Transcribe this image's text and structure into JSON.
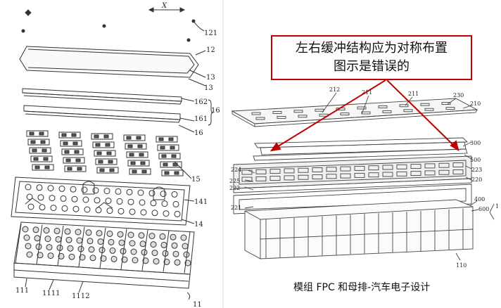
{
  "callout": {
    "line1": "左右缓冲结构应为对称布置",
    "line2": "图示是错误的"
  },
  "caption": "模组 FPC 和母排-汽车电子设计",
  "colors": {
    "accent": "#c00000",
    "ink": "#333333"
  },
  "left_labels": {
    "x": "X",
    "l121": "121",
    "l12": "12",
    "l13a": "13",
    "l13b": "13",
    "l162": "162",
    "l161": "161",
    "l16": "16",
    "l16b": "16",
    "l15": "15",
    "l141": "141",
    "l14": "14",
    "l111": "111",
    "l1111": "1111",
    "l1112": "1112",
    "l11": "11"
  },
  "right_labels": {
    "l212": "212",
    "l211a": "211",
    "l211b": "211",
    "l230": "230",
    "l210": "210",
    "l300": "300",
    "l500": "500",
    "l224": "224",
    "l223": "223",
    "l225": "225",
    "l220": "220",
    "l222": "222",
    "l221": "221",
    "l400": "400",
    "l600": "600",
    "l1": "1",
    "l110": "110"
  }
}
